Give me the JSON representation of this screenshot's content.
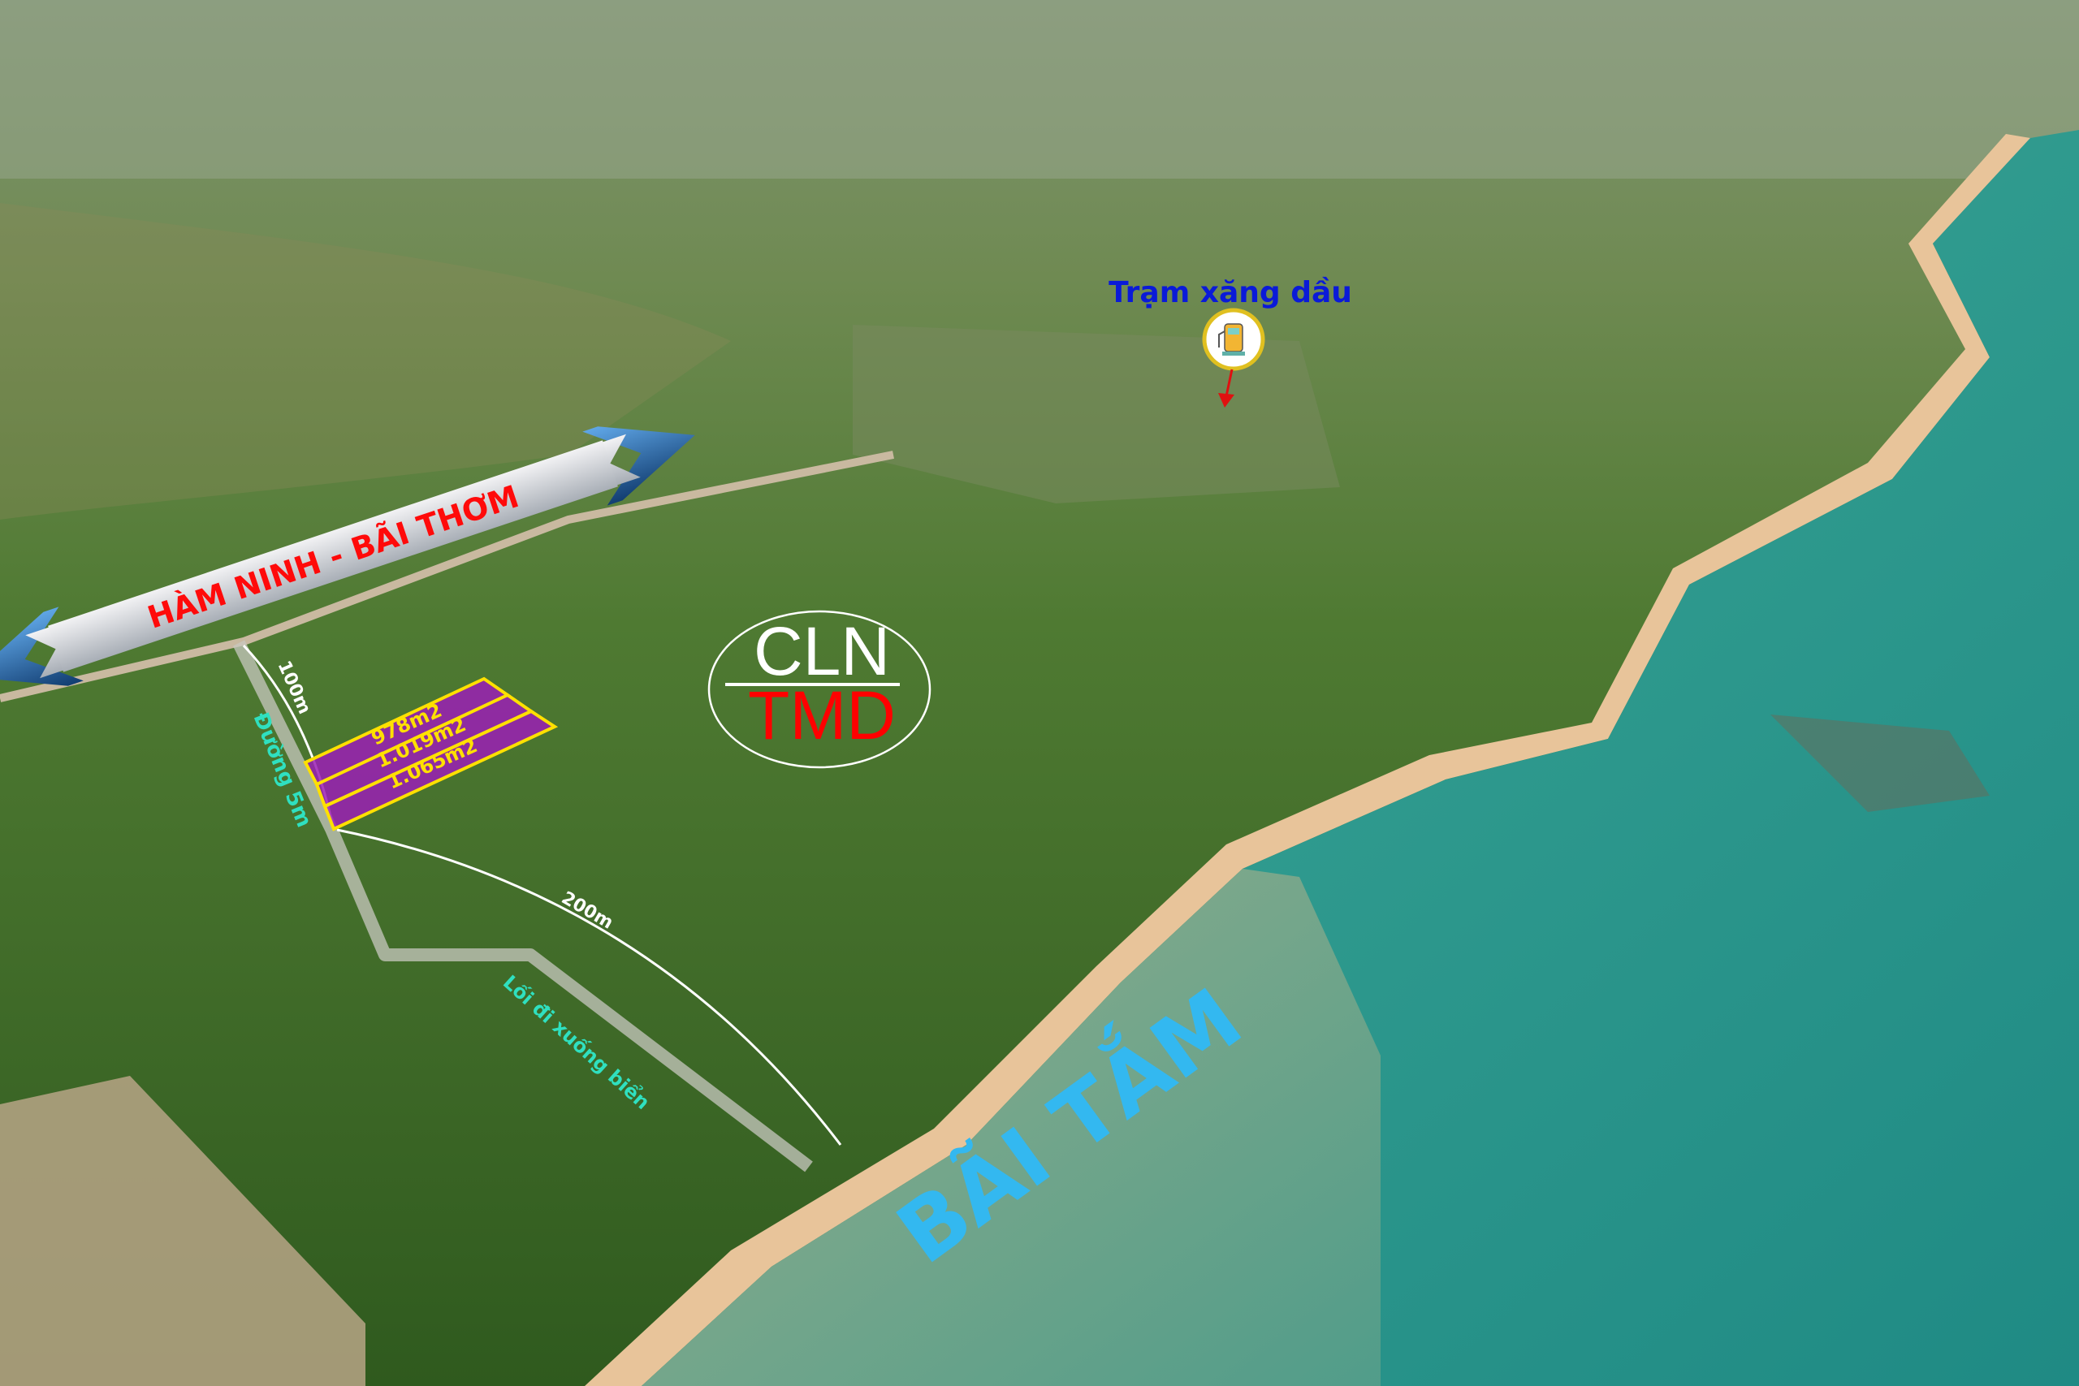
{
  "road_arrow": {
    "label": "HÀM NINH - BÃI THƠM"
  },
  "gas_station": {
    "label": "Trạm xăng dầu",
    "icon": "fuel-pump-icon"
  },
  "zoning": {
    "top": "CLN",
    "bottom": "TMD"
  },
  "plots": [
    {
      "area": "978m2"
    },
    {
      "area": "1.019m2"
    },
    {
      "area": "1.065m2"
    }
  ],
  "distances": {
    "to_main_road": "100m",
    "to_beach": "200m"
  },
  "paths": {
    "road_width": "Đường 5m",
    "beach_access": "Lối đi xuống biển"
  },
  "beach": {
    "label": "BÃI TẮM"
  },
  "colors": {
    "plot_fill": "#9b1fb5",
    "plot_border": "#ffe000",
    "road_label": "#ff0a0a",
    "arrow_blue": "#1f5f9e",
    "gas_label": "#0a1ad8",
    "path_label": "#2fe0c0",
    "beach_label": "#33b8f0",
    "zoning_bottom": "#ff0000"
  }
}
